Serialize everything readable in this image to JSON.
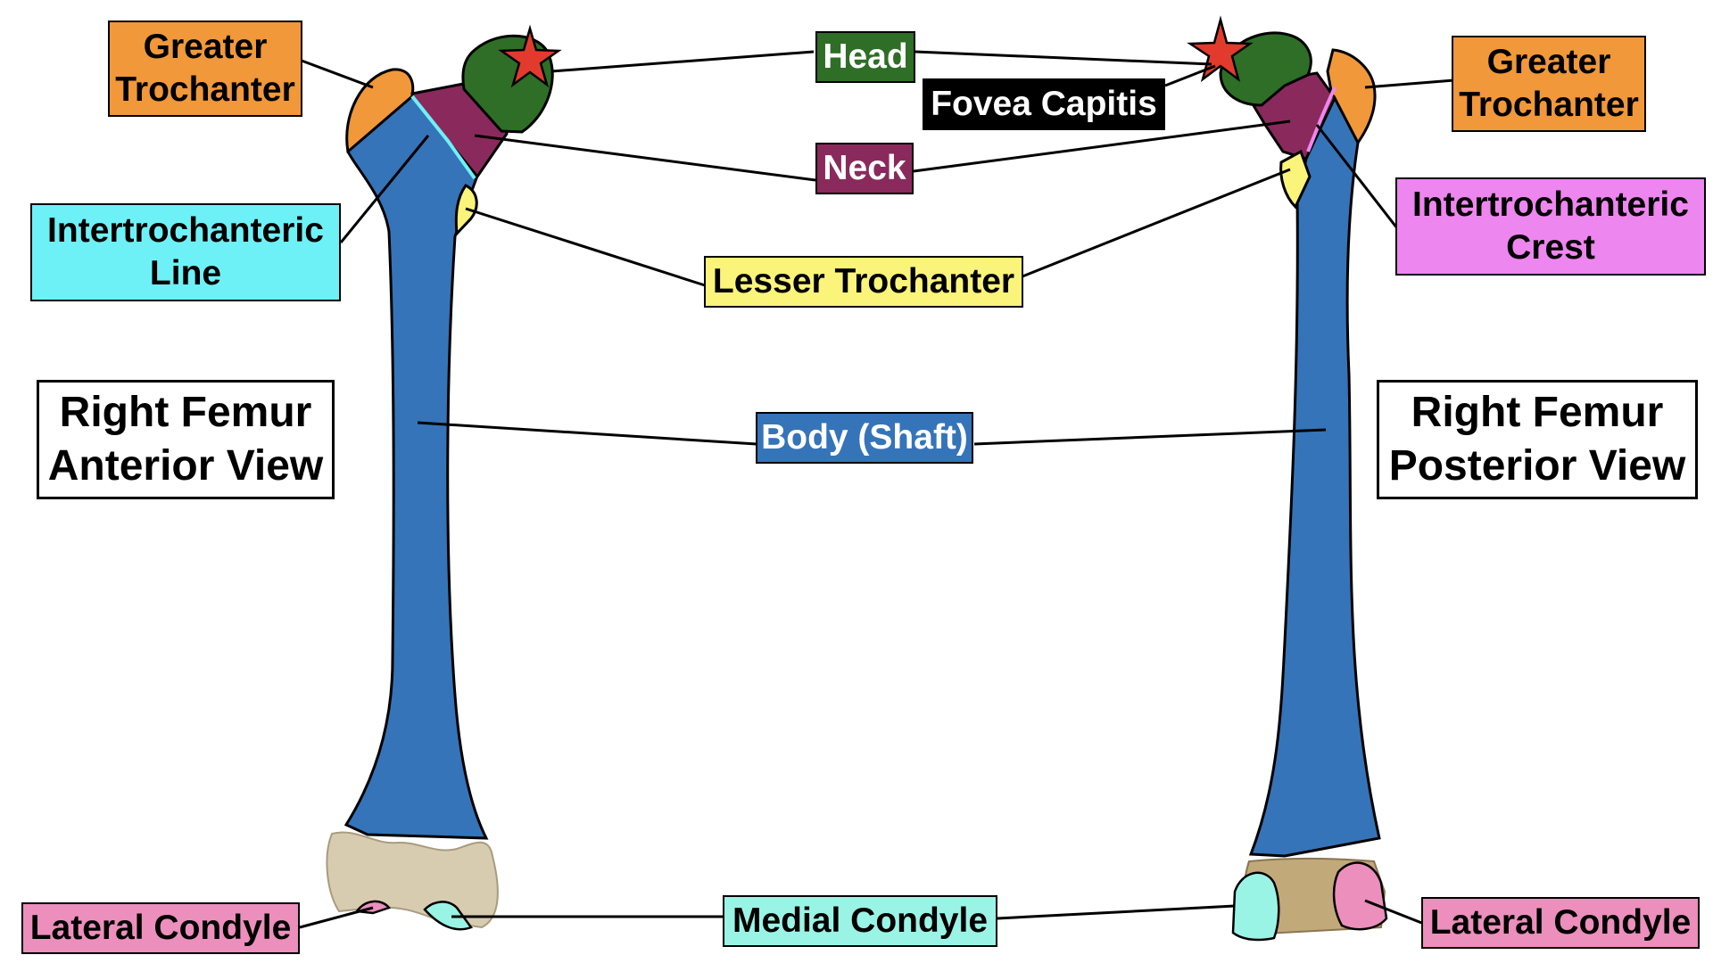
{
  "colors": {
    "head": "#2e6e26",
    "neck": "#8a2a5c",
    "greater_trochanter": "#f0983a",
    "lesser_trochanter": "#fbf47a",
    "intertrochanteric_line": "#6ef1f6",
    "intertrochanteric_crest": "#ee86ef",
    "body_shaft": "#3574b8",
    "medial_condyle": "#9af4e6",
    "lateral_condyle": "#ec8fbc",
    "star": "#e23b2d",
    "bone_end": "#d8ccb0"
  },
  "titles": {
    "anterior": [
      "Right Femur",
      "Anterior View"
    ],
    "posterior": [
      "Right Femur",
      "Posterior View"
    ]
  },
  "labels": {
    "head": "Head",
    "fovea_capitis": "Fovea Capitis",
    "neck": "Neck",
    "lesser_trochanter": "Lesser Trochanter",
    "body_shaft": "Body (Shaft)",
    "medial_condyle": "Medial Condyle",
    "greater_trochanter_left": [
      "Greater",
      "Trochanter"
    ],
    "greater_trochanter_right": [
      "Greater",
      "Trochanter"
    ],
    "intertrochanteric_line": [
      "Intertrochanteric",
      "Line"
    ],
    "intertrochanteric_crest": [
      "Intertrochanteric",
      "Crest"
    ],
    "lateral_condyle_left": "Lateral Condyle",
    "lateral_condyle_right": "Lateral Condyle"
  }
}
